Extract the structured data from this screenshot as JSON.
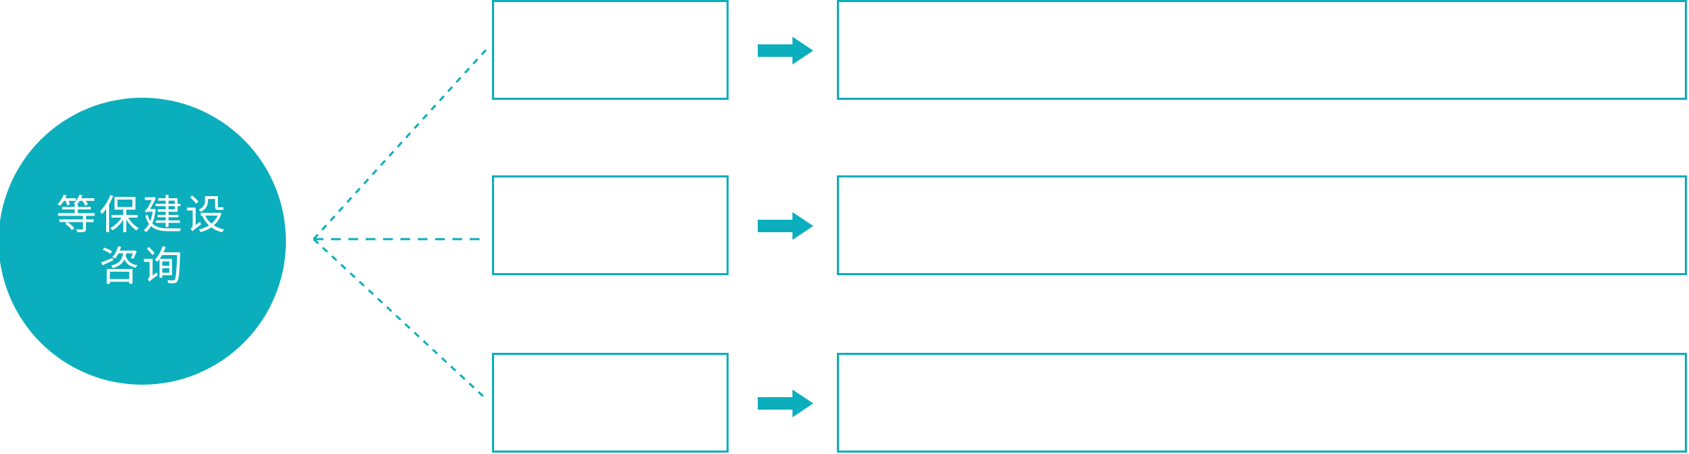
{
  "diagram": {
    "type": "hub-and-spoke",
    "background_color": "#FFFFFF",
    "accent_color": "#0AAEBC",
    "hub": {
      "shape": "circle",
      "fill_color": "#0AAEBC",
      "text_color": "#FFFFFF",
      "label_line_1": "等保建设",
      "label_line_2": "咨询"
    },
    "connector": {
      "style": "dotted",
      "color": "#0AAEBC",
      "branch_count": 3
    },
    "arrow_icon_name": "right-block-arrow-icon",
    "rows": [
      {
        "index": 1,
        "stage_label": "",
        "detail_label": ""
      },
      {
        "index": 2,
        "stage_label": "",
        "detail_label": ""
      },
      {
        "index": 3,
        "stage_label": "",
        "detail_label": ""
      }
    ]
  }
}
